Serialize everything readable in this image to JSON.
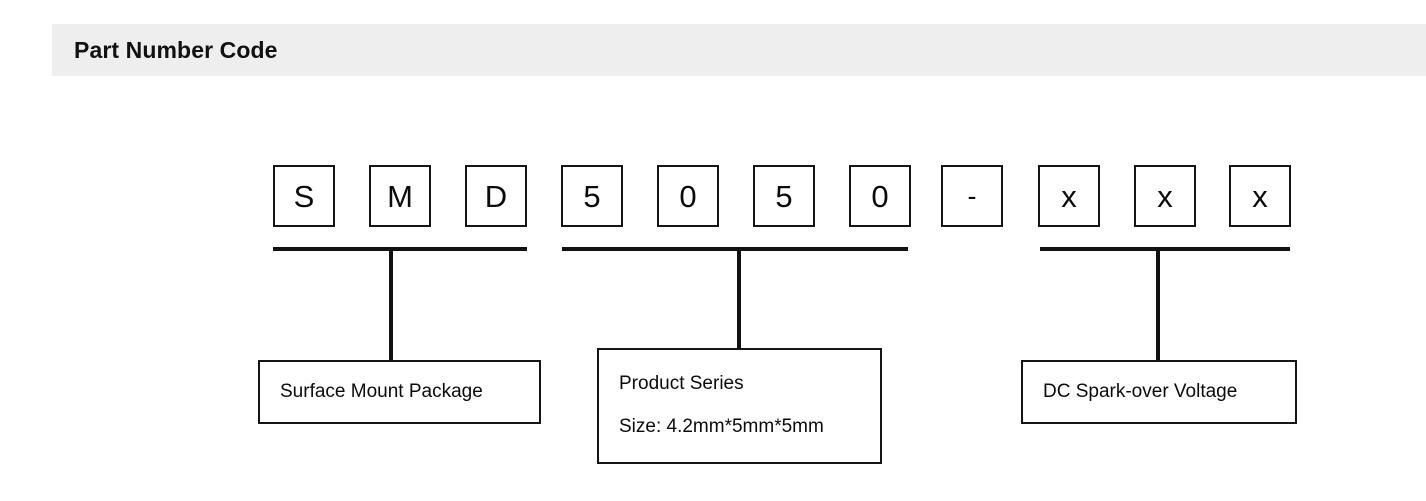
{
  "section": {
    "title": "Part Number Code",
    "header_bg": "#eeeeee"
  },
  "part_number": {
    "full_code": "SMD5050-xxx",
    "boxes": [
      {
        "char": "S",
        "group": "package"
      },
      {
        "char": "M",
        "group": "package"
      },
      {
        "char": "D",
        "group": "package"
      },
      {
        "char": "5",
        "group": "series"
      },
      {
        "char": "0",
        "group": "series"
      },
      {
        "char": "5",
        "group": "series"
      },
      {
        "char": "0",
        "group": "series"
      },
      {
        "char": "-",
        "group": "separator"
      },
      {
        "char": "x",
        "group": "voltage"
      },
      {
        "char": "x",
        "group": "voltage"
      },
      {
        "char": "x",
        "group": "voltage"
      }
    ]
  },
  "callouts": [
    {
      "id": "package",
      "lines": [
        "Surface Mount Package"
      ]
    },
    {
      "id": "series",
      "lines": [
        "Product Series",
        "Size: 4.2mm*5mm*5mm"
      ]
    },
    {
      "id": "voltage",
      "lines": [
        "DC Spark-over Voltage"
      ]
    }
  ],
  "colors": {
    "line": "#111111",
    "text": "#0b0b0b",
    "background": "#ffffff"
  }
}
